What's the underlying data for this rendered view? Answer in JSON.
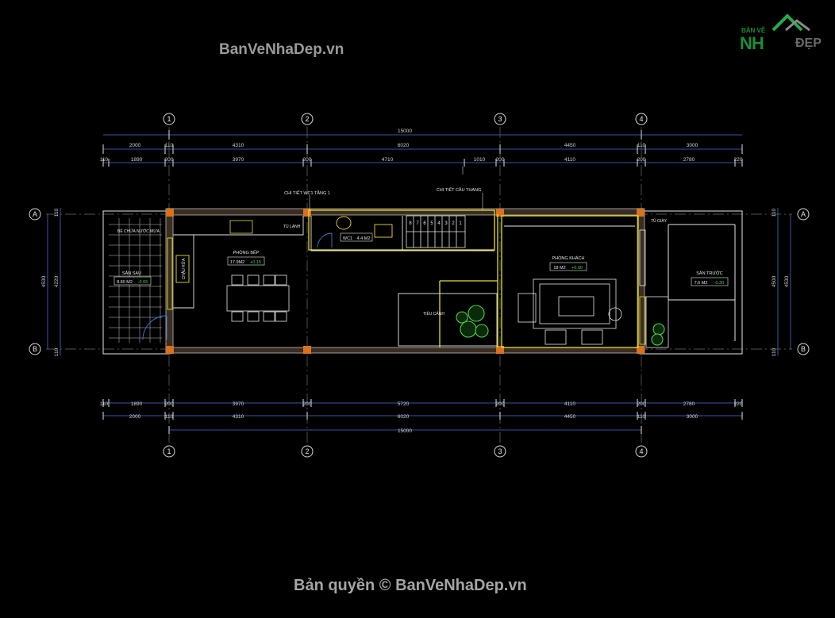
{
  "watermark_top": "BanVeNhaDep.vn",
  "watermark_bottom": "Bản quyền © BanVeNhaDep.vn",
  "logo": {
    "top_text": "BẢN VẼ",
    "brand_left": "NH",
    "brand_right": "ĐẸP",
    "icon": "house-logo-icon"
  },
  "grid_columns": [
    "1",
    "2",
    "3",
    "4"
  ],
  "grid_rows": [
    "A",
    "B"
  ],
  "dims_top_total": "15000",
  "dims_top_chain1": [
    "2000",
    "110",
    "4310",
    "6020",
    "4450",
    "110",
    "3000"
  ],
  "dims_top_chain2": [
    "110",
    "1890",
    "200",
    "3970",
    "200",
    "4710",
    "1010",
    "200",
    "4110",
    "200",
    "2780",
    "220"
  ],
  "dims_bottom_chain1": [
    "110",
    "1890",
    "200",
    "3970",
    "200",
    "5720",
    "200",
    "4110",
    "200",
    "2780",
    "220"
  ],
  "dims_bottom_chain2": [
    "2000",
    "110",
    "4310",
    "6020",
    "4450",
    "110",
    "3000"
  ],
  "dims_bottom_total": "15000",
  "dims_left": [
    "4530",
    "4220",
    "110",
    "110"
  ],
  "dims_right": [
    "4530",
    "4500",
    "110",
    "110"
  ],
  "notes": {
    "detail_wc": "CHI TIẾT WC1 TẦNG 1",
    "detail_stair": "CHI TIẾT CẦU THANG"
  },
  "stair_numbers": [
    "8",
    "7",
    "6",
    "5",
    "4",
    "3",
    "2",
    "1"
  ],
  "rooms": {
    "san_sau": {
      "name": "SÂN SAU",
      "area": "8.80 M2",
      "level": "-0.05"
    },
    "phong_bep": {
      "name": "PHÒNG BẾP",
      "area": "17.9M2",
      "level": "+0.15"
    },
    "wc": {
      "label": "WC1",
      "area": "4.4 M2"
    },
    "phong_khach": {
      "name": "PHÒNG KHÁCH",
      "area": "18 M2",
      "level": "+0.00"
    },
    "san_truoc": {
      "name": "SÂN TRƯỚC",
      "area": "7.6 M2",
      "level": "-0.30"
    }
  },
  "labels": {
    "be_chua_nuoc": "BỂ CHỨA NƯỚC MƯA",
    "tu_lanh": "TỦ LẠNH",
    "chau_rua": "CHẬU RỬA",
    "tieu_canh": "TIỂU CẢNH",
    "ke_day": "TỦ GIÀY"
  }
}
